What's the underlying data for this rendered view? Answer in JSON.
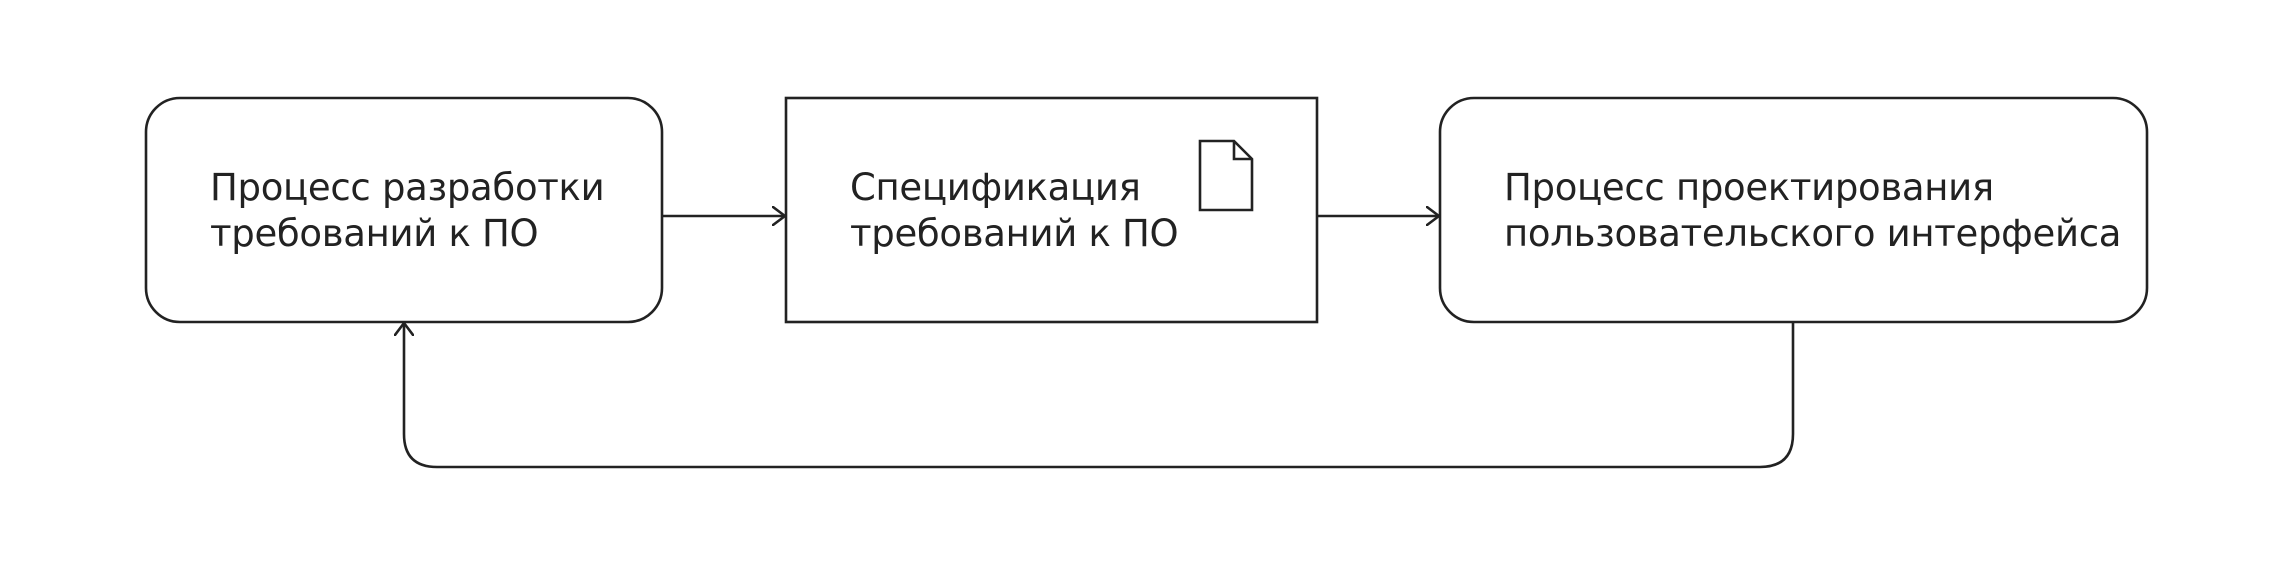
{
  "colors": {
    "stroke": "#222222",
    "background": "#ffffff",
    "text": "#222222"
  },
  "nodes": [
    {
      "id": "process-requirements",
      "shape": "rounded-rectangle",
      "lines": [
        "Процесс разработки",
        "требований к ПО"
      ]
    },
    {
      "id": "requirements-spec",
      "shape": "rectangle",
      "icon": "document-icon",
      "lines": [
        "Спецификация",
        "требований к ПО"
      ]
    },
    {
      "id": "process-ui-design",
      "shape": "rounded-rectangle",
      "lines": [
        "Процесс проектирования",
        "пользовательского интерфейса"
      ]
    }
  ],
  "edges": [
    {
      "from": "process-requirements",
      "to": "requirements-spec"
    },
    {
      "from": "requirements-spec",
      "to": "process-ui-design"
    },
    {
      "from": "process-ui-design",
      "to": "process-requirements",
      "route": "feedback-loop-below"
    }
  ]
}
